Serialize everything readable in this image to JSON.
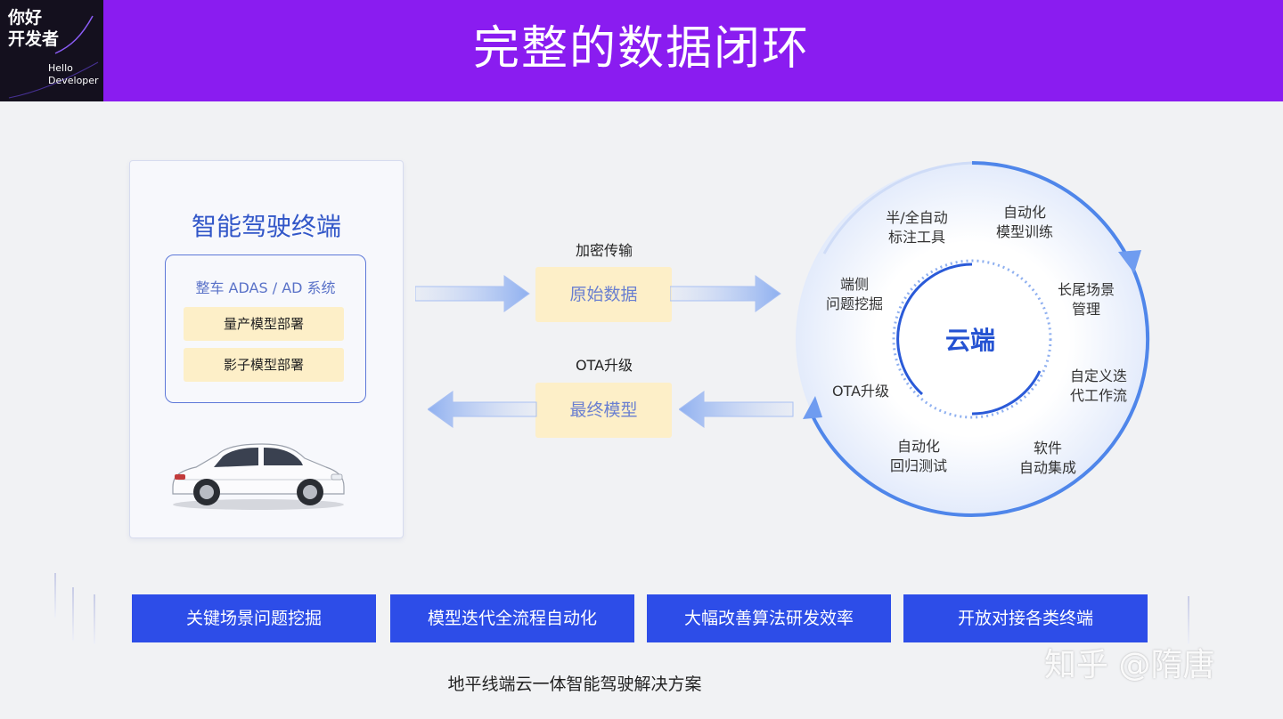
{
  "header": {
    "title": "完整的数据闭环",
    "logo_cn": "你好\n开发者",
    "logo_en": "Hello\nDeveloper",
    "color": "#8a1cf0"
  },
  "terminal": {
    "title": "智能驾驶终端",
    "system_title": "整车 ADAS / AD 系统",
    "items": [
      "量产模型部署",
      "影子模型部署"
    ]
  },
  "flow": {
    "upload_label": "加密传输",
    "upload_box": "原始数据",
    "download_label": "OTA升级",
    "download_box": "最终模型"
  },
  "cloud": {
    "label": "云端",
    "steps": [
      "半/全自动\n标注工具",
      "自动化\n模型训练",
      "长尾场景\n管理",
      "自定义迭\n代工作流",
      "软件\n自动集成",
      "自动化\n回归测试",
      "OTA升级",
      "端侧\n问题挖掘"
    ],
    "accent": "#2452d2"
  },
  "features": [
    "关键场景问题挖掘",
    "模型迭代全流程自动化",
    "大幅改善算法研发效率",
    "开放对接各类终端"
  ],
  "caption": "地平线端云一体智能驾驶解决方案",
  "watermark": "知乎 @隋唐"
}
